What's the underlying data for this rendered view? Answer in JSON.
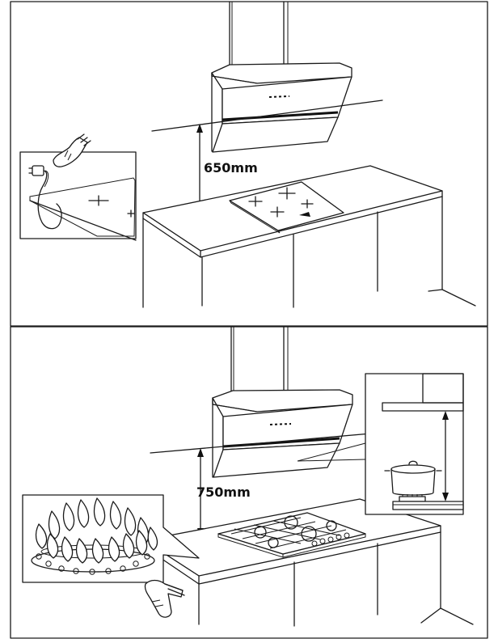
{
  "panels": [
    {
      "name": "induction-hob-installation",
      "distance_label": "650mm"
    },
    {
      "name": "gas-hob-installation",
      "distance_label": "750mm"
    }
  ],
  "icons": {
    "plug": "plug-icon",
    "hand_pointing": "hand-pointing-icon",
    "flame_ring": "gas-flame-ring-icon",
    "pot": "cooking-pot-icon"
  },
  "colors": {
    "line": "#1a1a1a",
    "background": "#ffffff"
  }
}
